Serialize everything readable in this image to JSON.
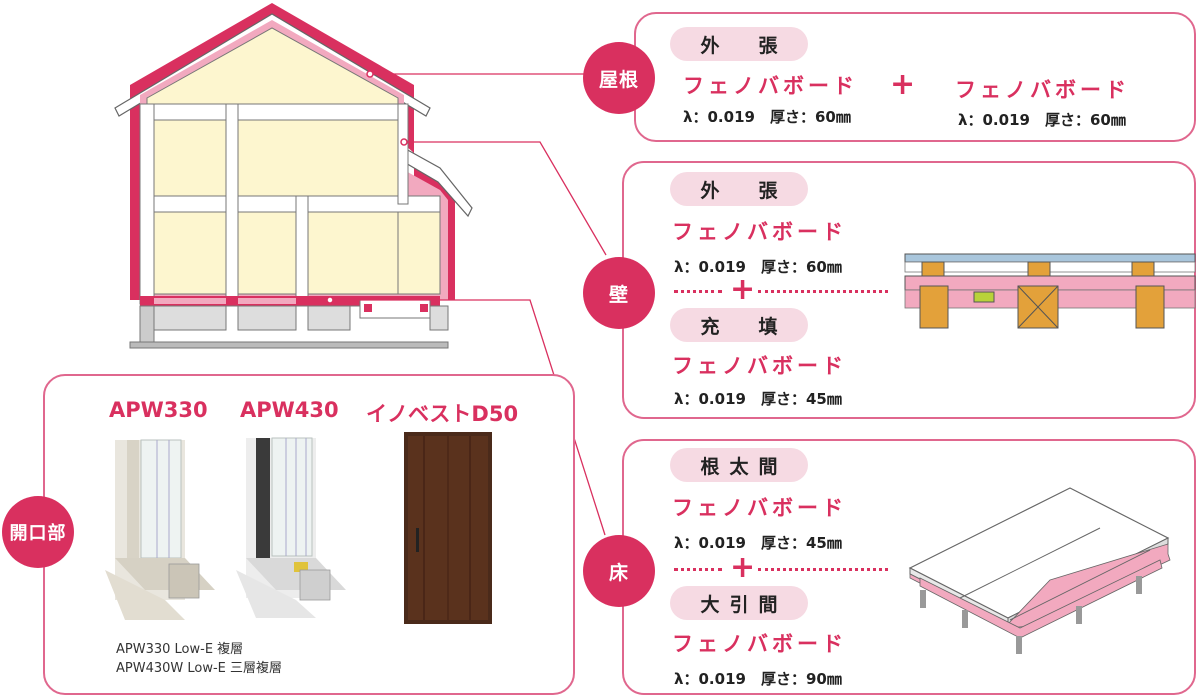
{
  "roof": {
    "label": "屋根",
    "tag": "外　張",
    "left": {
      "material": "フェノバボード",
      "spec": "λ：0.019　厚さ：60㎜"
    },
    "right": {
      "material": "フェノバボード",
      "spec": "λ：0.019　厚さ：60㎜"
    }
  },
  "wall": {
    "label": "壁",
    "outer": {
      "tag": "外　張",
      "material": "フェノバボード",
      "spec": "λ：0.019　厚さ：60㎜"
    },
    "inner": {
      "tag": "充　填",
      "material": "フェノバボード",
      "spec": "λ：0.019　厚さ：45㎜"
    }
  },
  "floor": {
    "label": "床",
    "first": {
      "tag": "根太間",
      "material": "フェノバボード",
      "spec": "λ：0.019　厚さ：45㎜"
    },
    "second": {
      "tag": "大引間",
      "material": "フェノバボード",
      "spec": "λ：0.019　厚さ：90㎜"
    }
  },
  "openings": {
    "label": "開口部",
    "products": [
      "APW330",
      "APW430",
      "イノベストD50"
    ],
    "notes": [
      "APW330 Low-E 複層",
      "APW430W Low-E 三層複層"
    ]
  },
  "colors": {
    "accent": "#d9305f",
    "border": "#e0678e",
    "tag_bg": "#f6dae3",
    "insulation_pink": "#f2a9bf",
    "interior_cream": "#fdf6cf"
  }
}
